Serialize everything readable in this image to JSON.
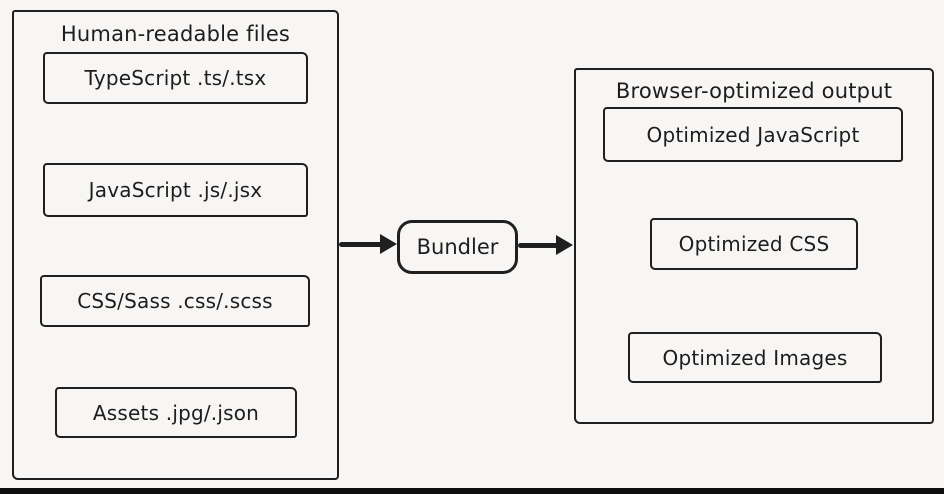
{
  "canvas": {
    "background_color": "#f7f6f5",
    "ink_color": "#1f1f1f"
  },
  "left_panel": {
    "title": "Human-readable files",
    "items": [
      {
        "label": "TypeScript .ts/.tsx"
      },
      {
        "label": "JavaScript .js/.jsx"
      },
      {
        "label": "CSS/Sass .css/.scss"
      },
      {
        "label": "Assets .jpg/.json"
      }
    ]
  },
  "bundler": {
    "label": "Bundler"
  },
  "right_panel": {
    "title": "Browser-optimized output",
    "items": [
      {
        "label": "Optimized JavaScript"
      },
      {
        "label": "Optimized CSS"
      },
      {
        "label": "Optimized Images"
      }
    ]
  }
}
